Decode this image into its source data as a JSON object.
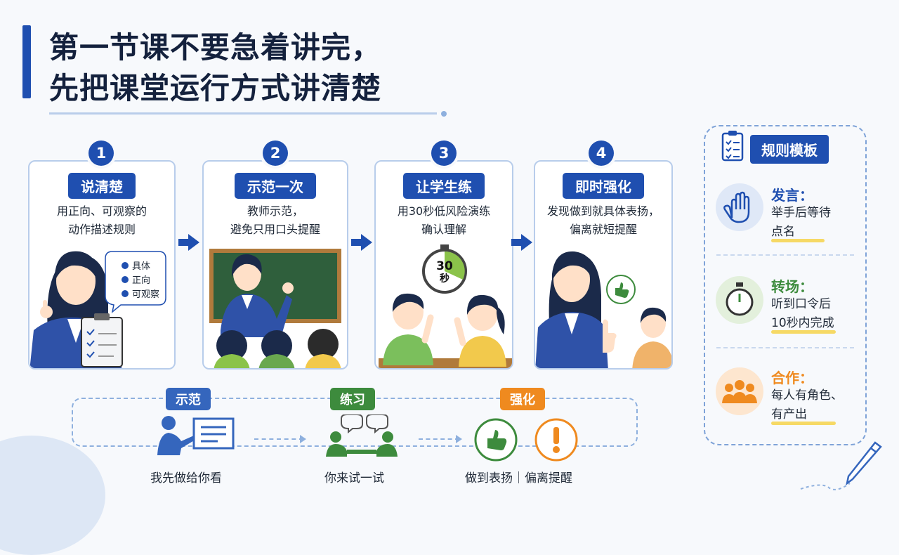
{
  "title": {
    "line1": "第一节课不要急着讲完，",
    "line2": "先把课堂运行方式讲清楚"
  },
  "colors": {
    "primary": "#1f4fb0",
    "green": "#3d8b3d",
    "orange": "#ef8a1f",
    "highlight": "#f6d34a"
  },
  "steps": [
    {
      "number": "1",
      "title": "说清楚",
      "desc": [
        "用正向、可观察的",
        "动作描述规则"
      ],
      "bubble": [
        "具体",
        "正向",
        "可观察"
      ],
      "icon": "teacher-clipboard-illustration"
    },
    {
      "number": "2",
      "title": "示范一次",
      "desc": [
        "教师示范，",
        "避免只用口头提醒"
      ],
      "icon": "teacher-blackboard-illustration"
    },
    {
      "number": "3",
      "title": "让学生练",
      "desc": [
        "用30秒低风险演练",
        "确认理解"
      ],
      "timer": {
        "value": "30",
        "unit": "秒"
      },
      "icon": "students-practice-illustration"
    },
    {
      "number": "4",
      "title": "即时强化",
      "desc": [
        "发现做到就具体表扬，",
        "偏离就短提醒"
      ],
      "icon": "teacher-praise-illustration"
    }
  ],
  "flow": [
    {
      "tag": "示范",
      "caption": "我先做给你看",
      "color": "#1f4fb0",
      "icon": "presenter-icon"
    },
    {
      "tag": "练习",
      "caption": "你来试一试",
      "color": "#3d8b3d",
      "icon": "discussion-icon"
    },
    {
      "tag": "强化",
      "caption": "做到表扬｜偏离提醒",
      "color": "#ef8a1f",
      "icon": "thumbs-up-and-alert-icon"
    }
  ],
  "rules": {
    "title": "规则模板",
    "items": [
      {
        "head": "发言：",
        "text": [
          "举手后等待",
          "点名"
        ],
        "color": "#1f4fb0",
        "icon": "raised-hand-icon"
      },
      {
        "head": "转场：",
        "text": [
          "听到口令后",
          "10秒内完成"
        ],
        "color": "#3d8b3d",
        "icon": "stopwatch-icon"
      },
      {
        "head": "合作：",
        "text": [
          "每人有角色、",
          "有产出"
        ],
        "color": "#ef8a1f",
        "icon": "group-icon"
      }
    ]
  }
}
